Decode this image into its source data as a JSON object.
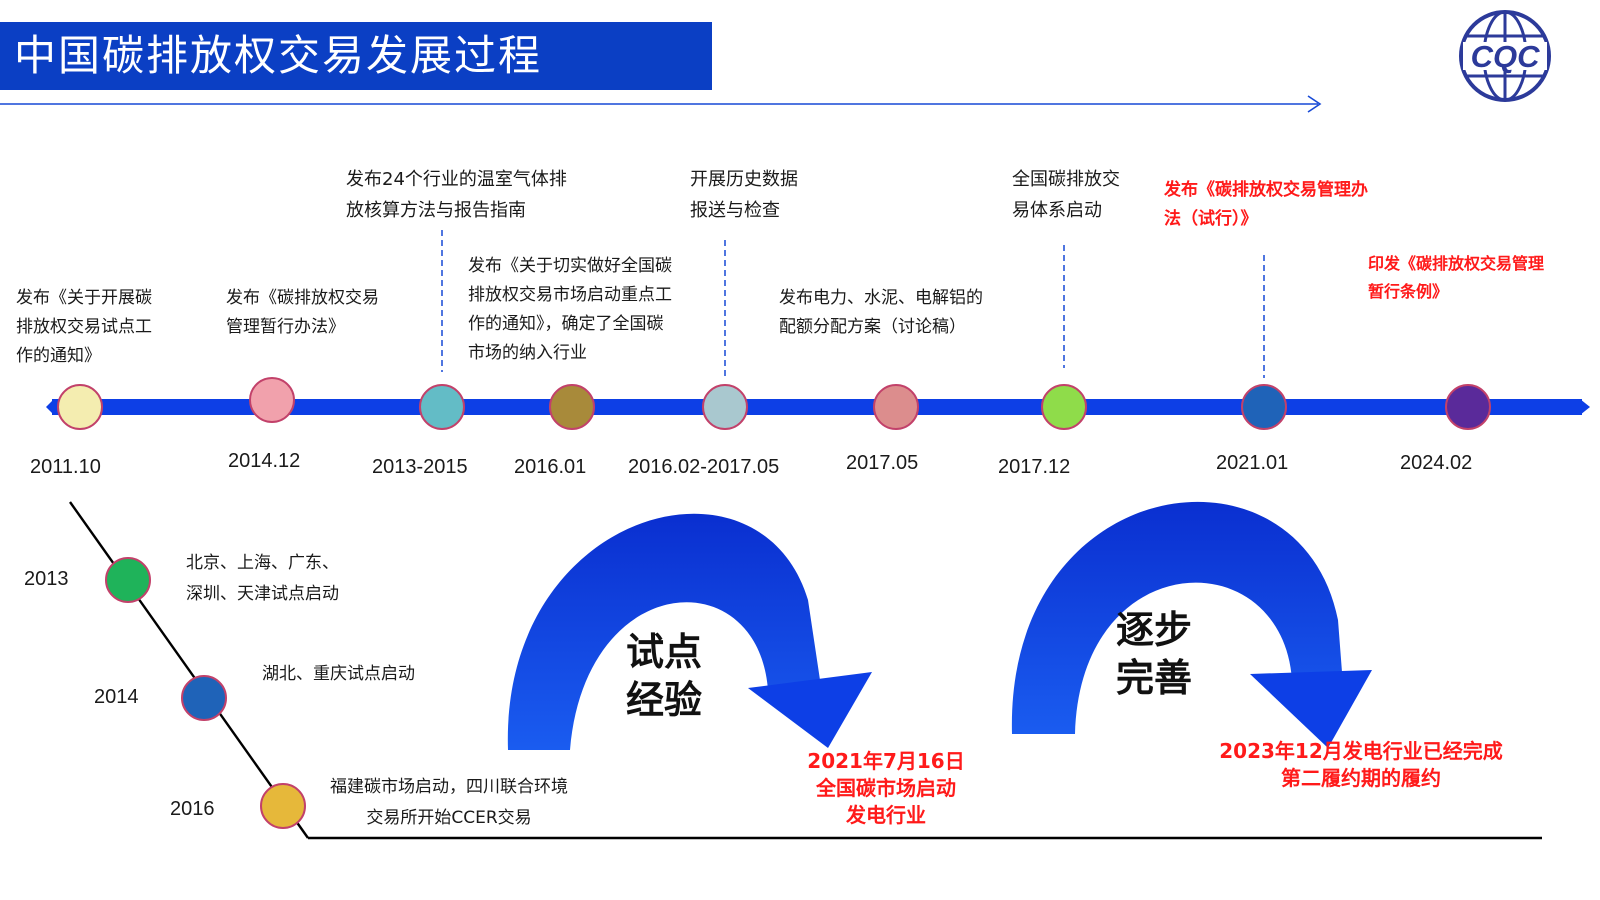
{
  "page": {
    "title": "中国碳排放权交易发展过程"
  },
  "logo": {
    "text": "CQC"
  },
  "colors": {
    "title_bar": "#0b3fc4",
    "timeline_bar": "#0d3fe6",
    "accent_red": "#ff1a1a",
    "arrow_blue": "#0b3fd6"
  },
  "milestones": [
    {
      "date": "2011.10",
      "text_lines": [
        "发布《关于开展碳",
        "排放权交易试点工",
        "作的通知》"
      ],
      "color": "#f4edb0"
    },
    {
      "date": "2014.12",
      "text_lines": [
        "发布《碳排放权交易",
        "管理暂行办法》"
      ],
      "color": "#f1a1ac"
    },
    {
      "date": "2013-2015",
      "text_lines": [
        "发布24个行业的温室气体排",
        "放核算方法与报告指南"
      ],
      "color": "#63bcc6"
    },
    {
      "date": "2016.01",
      "text_lines": [
        "发布《关于切实做好全国碳",
        "排放权交易市场启动重点工",
        "作的通知》，确定了全国碳",
        "市场的纳入行业"
      ],
      "color": "#a88a3a"
    },
    {
      "date": "2016.02-2017.05",
      "text_lines": [
        "开展历史数据",
        "报送与检查"
      ],
      "color": "#a9c8cf"
    },
    {
      "date": "2017.05",
      "text_lines": [
        "发布电力、水泥、电解铝的",
        "配额分配方案（讨论稿）"
      ],
      "color": "#dc8d8d"
    },
    {
      "date": "2017.12",
      "text_lines": [
        "全国碳排放交",
        "易体系启动"
      ],
      "color": "#8fdc4a"
    },
    {
      "date": "2021.01",
      "text_lines": [
        "发布《碳排放权交易管理办",
        "法（试行）》"
      ],
      "color": "#1f63b8",
      "highlight": true
    },
    {
      "date": "2024.02",
      "text_lines": [
        "印发《碳排放权交易管理",
        "暂行条例》"
      ],
      "color": "#5a2a9a",
      "highlight": true
    }
  ],
  "pilots": [
    {
      "year": "2013",
      "text_lines": [
        "北京、上海、广东、",
        "深圳、天津试点启动"
      ],
      "color": "#1fb35a"
    },
    {
      "year": "2014",
      "text_lines": [
        "湖北、重庆试点启动"
      ],
      "color": "#1f63b8"
    },
    {
      "year": "2016",
      "text_lines": [
        "福建碳市场启动，四川联合环境",
        "交易所开始CCER交易"
      ],
      "color": "#e6b83a"
    }
  ],
  "phases": [
    {
      "label_lines": [
        "试点",
        "经验"
      ],
      "note_lines": [
        "2021年7月16日",
        "全国碳市场启动",
        "发电行业"
      ]
    },
    {
      "label_lines": [
        "逐步",
        "完善"
      ],
      "note_lines": [
        "2023年12月发电行业已经完成",
        "第二履约期的履约"
      ]
    }
  ]
}
